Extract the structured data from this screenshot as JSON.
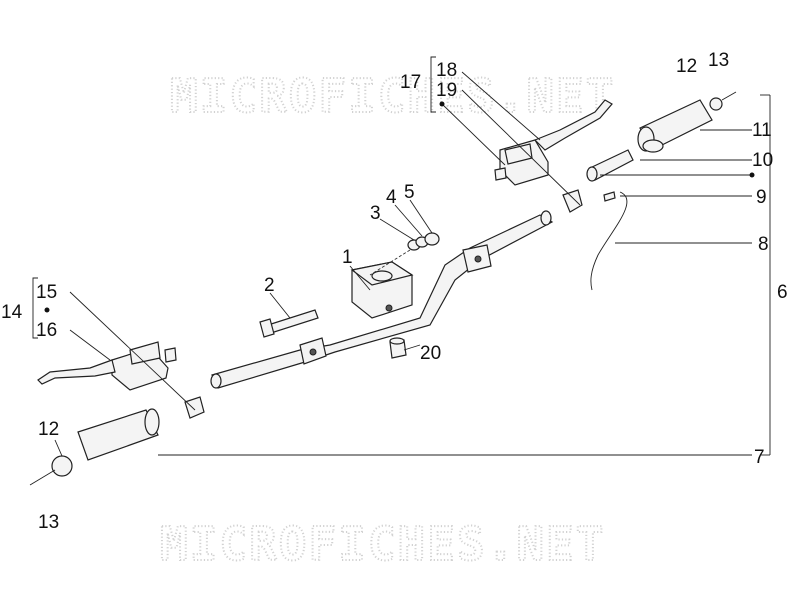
{
  "watermark": {
    "text": "MICROFICHES.NET"
  },
  "callouts": [
    "1",
    "2",
    "3",
    "4",
    "5",
    "6",
    "7",
    "8",
    "9",
    "10",
    "11",
    "12",
    "13",
    "14",
    "15",
    "16",
    "17",
    "18",
    "19",
    "20"
  ],
  "extra_callouts": {
    "left_grip_end_12": "12",
    "left_grip_end_13": "13"
  }
}
